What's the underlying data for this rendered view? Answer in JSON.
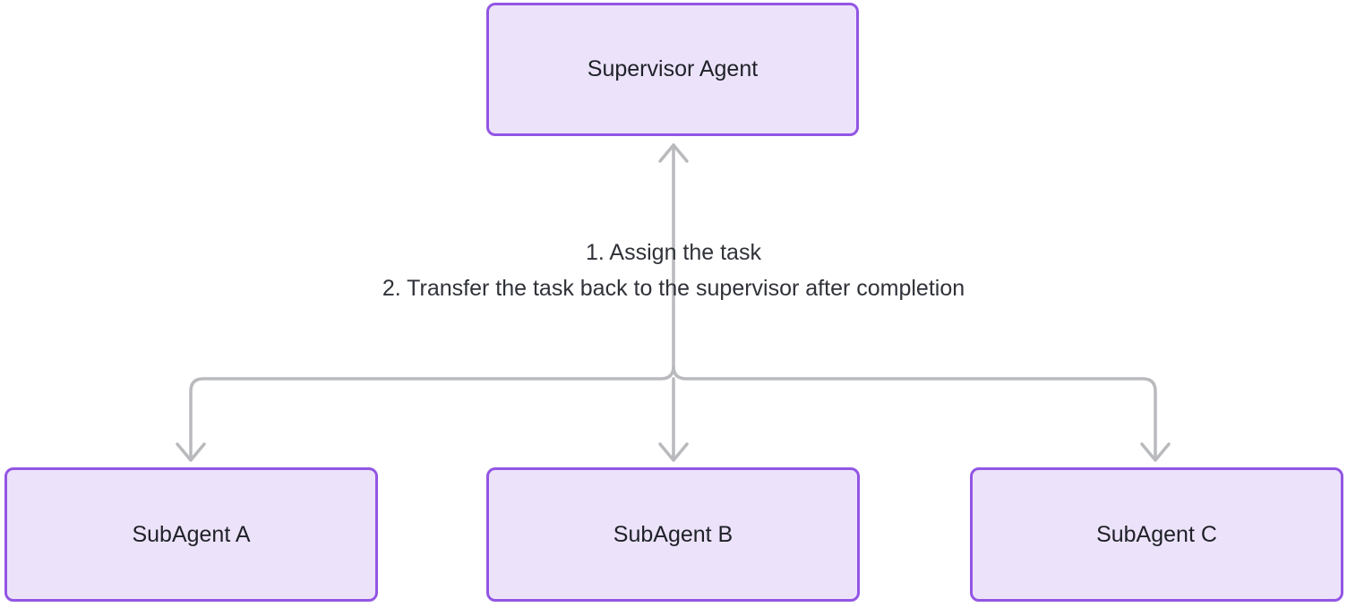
{
  "diagram": {
    "nodes": [
      {
        "id": "supervisor-agent",
        "label": "Supervisor Agent"
      },
      {
        "id": "subagent-a",
        "label": "SubAgent A"
      },
      {
        "id": "subagent-b",
        "label": "SubAgent B"
      },
      {
        "id": "subagent-c",
        "label": "SubAgent C"
      }
    ],
    "edges": [
      {
        "from": "supervisor-agent",
        "to": "subagent-a",
        "direction": "bidirectional"
      },
      {
        "from": "supervisor-agent",
        "to": "subagent-b",
        "direction": "bidirectional"
      },
      {
        "from": "supervisor-agent",
        "to": "subagent-c",
        "direction": "bidirectional"
      }
    ],
    "edge_label": {
      "line1": "1. Assign the task",
      "line2": "2. Transfer the task back to the supervisor after completion"
    },
    "colors": {
      "background": "#ffffff",
      "node_fill": "#ece3fa",
      "node_border": "#9355e4",
      "node_text": "#1f2128",
      "edge_line": "#b9babd",
      "label_text": "#303239"
    }
  }
}
